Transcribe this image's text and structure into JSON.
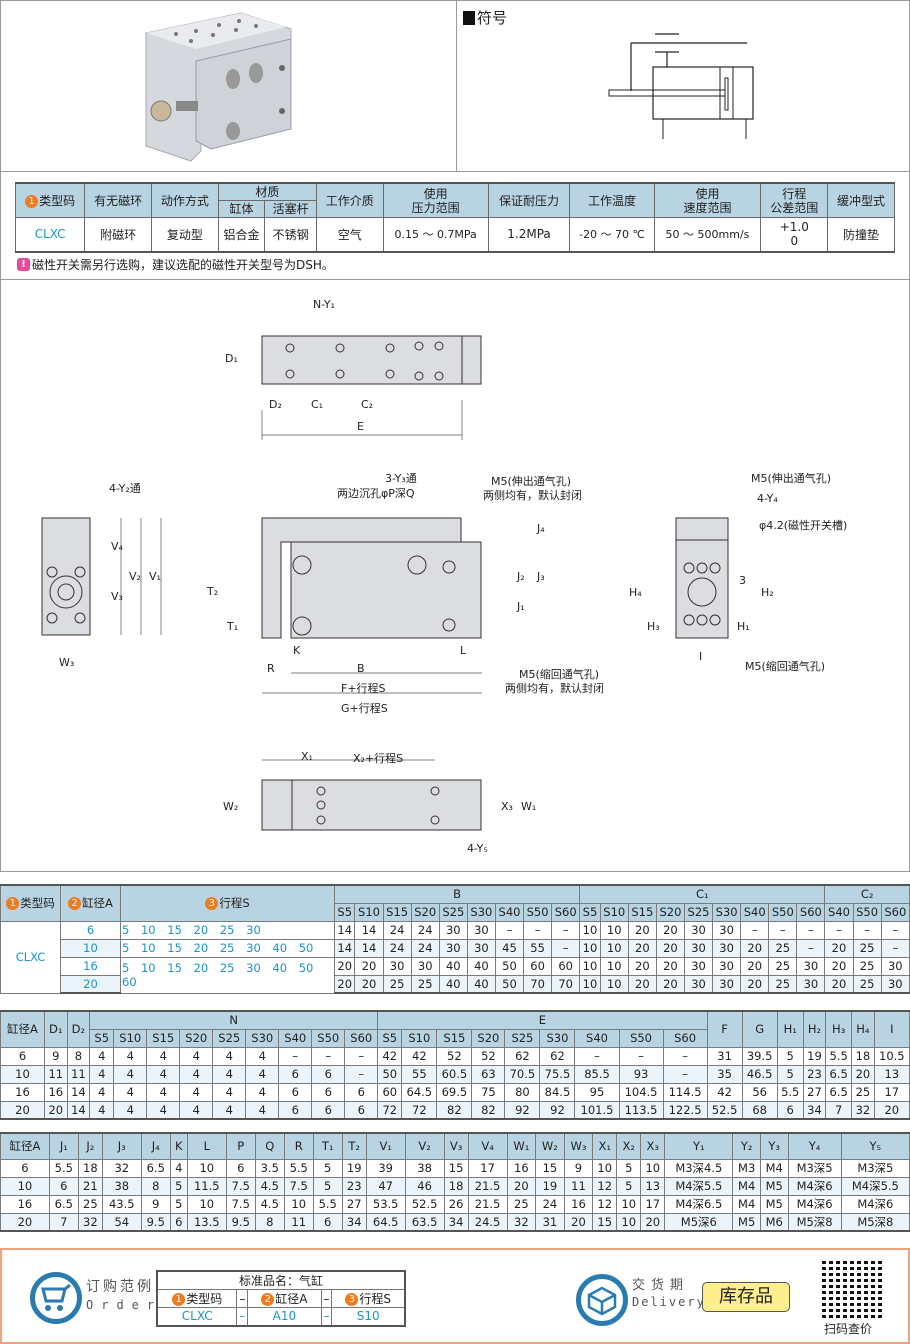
{
  "header": {
    "symbol_title": "符号"
  },
  "spec_table": {
    "headers": [
      "类型码",
      "有无磁环",
      "动作方式",
      "材质",
      "工作介质",
      "使用\n压力范围",
      "保证耐压力",
      "工作温度",
      "使用\n速度范围",
      "行程\n公差范围",
      "缓冲型式"
    ],
    "material_sub": [
      "缸体",
      "活塞杆"
    ],
    "badge_type": "1",
    "type_code": "类型码",
    "magnet": "有无磁环",
    "action": "动作方式",
    "material": "材质",
    "medium": "工作介质",
    "pressure_range_1": "使用",
    "pressure_range_2": "压力范围",
    "proof_pressure": "保证耐压力",
    "temperature": "工作温度",
    "speed_1": "使用",
    "speed_2": "速度范围",
    "tolerance_1": "行程",
    "tolerance_2": "公差范围",
    "cushion": "缓冲型式",
    "row": {
      "type_code": "CLXC",
      "magnet": "附磁环",
      "action": "复动型",
      "body": "铝合金",
      "rod": "不锈钢",
      "medium": "空气",
      "pressure_range": "0.15 ～ 0.7MPa",
      "proof_pressure": "1.2MPa",
      "temperature": "-20 ～ 70 ℃",
      "speed": "50 ～ 500mm/s",
      "tolerance_top": "+1.0",
      "tolerance_bottom": "0",
      "cushion": "防撞垫"
    },
    "note": "磁性开关需另行选购，建议选配的磁性开关型号为DSH。"
  },
  "drawing_labels": {
    "n_y1": "N-Y₁",
    "d1": "D₁",
    "d2": "D₂",
    "c1": "C₁",
    "c2": "C₂",
    "e": "E",
    "y2": "4-Y₂通",
    "v1": "V₁",
    "v2": "V₂",
    "v3": "V₃",
    "v4": "V₄",
    "w3": "W₃",
    "y3_1": "3-Y₃通",
    "y3_2": "两边沉孔φP深Q",
    "m5_out_1": "M5(伸出通气孔)",
    "m5_out_2": "两侧均有，默认封闭",
    "m5_in_1": "M5(缩回通气孔)",
    "m5_in_2": "两侧均有，默认封闭",
    "t1": "T₁",
    "t2": "T₂",
    "r": "R",
    "k": "K",
    "b": "B",
    "l": "L",
    "j1": "J₁",
    "j2": "J₂",
    "j3": "J₃",
    "j4": "J₄",
    "f_s": "F+行程S",
    "g_s": "G+行程S",
    "side_m5_out": "M5(伸出通气孔)",
    "y4": "4-Y₄",
    "slot": "φ4.2(磁性开关槽)",
    "h1": "H₁",
    "h2": "H₂",
    "h3": "H₃",
    "h4": "H₄",
    "i": "I",
    "three": "3",
    "side_m5_in": "M5(缩回通气孔)",
    "x1": "X₁",
    "x2_s": "X₂+行程S",
    "x3": "X₃",
    "w1": "W₁",
    "w2": "W₂",
    "y5": "4-Y₅"
  },
  "table1": {
    "h_type": "类型码",
    "h_bore": "缸径A",
    "h_stroke": "行程S",
    "h_b": "B",
    "h_c1": "C₁",
    "h_c2": "C₂",
    "b_cols": [
      "S5",
      "S10",
      "S15",
      "S20",
      "S25",
      "S30",
      "S40",
      "S50",
      "S60"
    ],
    "c1_cols": [
      "S5",
      "S10",
      "S15",
      "S20",
      "S25",
      "S30",
      "S40",
      "S50",
      "S60"
    ],
    "c2_cols": [
      "S40",
      "S50",
      "S60"
    ],
    "type_code": "CLXC",
    "rows": [
      {
        "bore": "6",
        "strokes": "5 10 15 20 25 30",
        "b": [
          "14",
          "14",
          "24",
          "24",
          "30",
          "30",
          "–",
          "–",
          "–"
        ],
        "c1": [
          "10",
          "10",
          "20",
          "20",
          "30",
          "30",
          "–",
          "–",
          "–"
        ],
        "c2": [
          "–",
          "–",
          "–"
        ]
      },
      {
        "bore": "10",
        "strokes": "5 10 15 20 25 30 40 50",
        "b": [
          "14",
          "14",
          "24",
          "24",
          "30",
          "30",
          "45",
          "55",
          "–"
        ],
        "c1": [
          "10",
          "10",
          "20",
          "20",
          "30",
          "30",
          "20",
          "25",
          "–"
        ],
        "c2": [
          "20",
          "25",
          "–"
        ]
      },
      {
        "bore": "16",
        "strokes": "5 10 15 20 25 30 40 50 60",
        "b": [
          "20",
          "20",
          "30",
          "30",
          "40",
          "40",
          "50",
          "60",
          "60"
        ],
        "c1": [
          "10",
          "10",
          "20",
          "20",
          "30",
          "30",
          "20",
          "25",
          "30"
        ],
        "c2": [
          "20",
          "25",
          "30"
        ]
      },
      {
        "bore": "20",
        "strokes": "",
        "b": [
          "20",
          "20",
          "25",
          "25",
          "40",
          "40",
          "50",
          "70",
          "70"
        ],
        "c1": [
          "10",
          "10",
          "20",
          "20",
          "30",
          "30",
          "20",
          "25",
          "30"
        ],
        "c2": [
          "20",
          "25",
          "30"
        ]
      }
    ]
  },
  "table2": {
    "headers": [
      "缸径A",
      "D₁",
      "D₂",
      "N",
      "E",
      "F",
      "G",
      "H₁",
      "H₂",
      "H₃",
      "H₄",
      "I"
    ],
    "n_cols": [
      "S5",
      "S10",
      "S15",
      "S20",
      "S25",
      "S30",
      "S40",
      "S50",
      "S60"
    ],
    "e_cols": [
      "S5",
      "S10",
      "S15",
      "S20",
      "S25",
      "S30",
      "S40",
      "S50",
      "S60"
    ],
    "rows": [
      [
        "6",
        "9",
        "8",
        "4",
        "4",
        "4",
        "4",
        "4",
        "4",
        "–",
        "–",
        "–",
        "42",
        "42",
        "52",
        "52",
        "62",
        "62",
        "–",
        "–",
        "–",
        "31",
        "39.5",
        "5",
        "19",
        "5.5",
        "18",
        "10.5"
      ],
      [
        "10",
        "11",
        "11",
        "4",
        "4",
        "4",
        "4",
        "4",
        "4",
        "6",
        "6",
        "–",
        "50",
        "55",
        "60.5",
        "63",
        "70.5",
        "75.5",
        "85.5",
        "93",
        "–",
        "35",
        "46.5",
        "5",
        "23",
        "6.5",
        "20",
        "13"
      ],
      [
        "16",
        "16",
        "14",
        "4",
        "4",
        "4",
        "4",
        "4",
        "4",
        "6",
        "6",
        "6",
        "60",
        "64.5",
        "69.5",
        "75",
        "80",
        "84.5",
        "95",
        "104.5",
        "114.5",
        "42",
        "56",
        "5.5",
        "27",
        "6.5",
        "25",
        "17"
      ],
      [
        "20",
        "20",
        "14",
        "4",
        "4",
        "4",
        "4",
        "4",
        "4",
        "6",
        "6",
        "6",
        "72",
        "72",
        "82",
        "82",
        "92",
        "92",
        "101.5",
        "113.5",
        "122.5",
        "52.5",
        "68",
        "6",
        "34",
        "7",
        "32",
        "20"
      ]
    ]
  },
  "table3": {
    "headers": [
      "缸径A",
      "J₁",
      "J₂",
      "J₃",
      "J₄",
      "K",
      "L",
      "P",
      "Q",
      "R",
      "T₁",
      "T₂",
      "V₁",
      "V₂",
      "V₃",
      "V₄",
      "W₁",
      "W₂",
      "W₃",
      "X₁",
      "X₂",
      "X₃",
      "Y₁",
      "Y₂",
      "Y₃",
      "Y₄",
      "Y₅"
    ],
    "rows": [
      [
        "6",
        "5.5",
        "18",
        "32",
        "6.5",
        "4",
        "10",
        "6",
        "3.5",
        "5.5",
        "5",
        "19",
        "39",
        "38",
        "15",
        "17",
        "16",
        "15",
        "9",
        "10",
        "5",
        "10",
        "M3深4.5",
        "M3",
        "M4",
        "M3深5",
        "M3深5"
      ],
      [
        "10",
        "6",
        "21",
        "38",
        "8",
        "5",
        "11.5",
        "7.5",
        "4.5",
        "7.5",
        "5",
        "23",
        "47",
        "46",
        "18",
        "21.5",
        "20",
        "19",
        "11",
        "12",
        "5",
        "13",
        "M4深5.5",
        "M4",
        "M5",
        "M4深6",
        "M4深5.5"
      ],
      [
        "16",
        "6.5",
        "25",
        "43.5",
        "9",
        "5",
        "10",
        "7.5",
        "4.5",
        "10",
        "5.5",
        "27",
        "53.5",
        "52.5",
        "26",
        "21.5",
        "25",
        "24",
        "16",
        "12",
        "10",
        "17",
        "M4深6.5",
        "M4",
        "M5",
        "M4深6",
        "M4深6"
      ],
      [
        "20",
        "7",
        "32",
        "54",
        "9.5",
        "6",
        "13.5",
        "9.5",
        "8",
        "11",
        "6",
        "34",
        "64.5",
        "63.5",
        "34",
        "24.5",
        "32",
        "31",
        "20",
        "15",
        "10",
        "20",
        "M5深6",
        "M5",
        "M6",
        "M5深8",
        "M5深8"
      ]
    ]
  },
  "order": {
    "title_cn": "订购范例",
    "title_en": "Order",
    "std_name": "标准品名：气缸",
    "col_type": "类型码",
    "col_bore": "缸径A",
    "col_stroke": "行程S",
    "dash": "–",
    "val_type": "CLXC",
    "val_bore": "A10",
    "val_stroke": "S10",
    "delivery_cn": "交货期",
    "delivery_en": "Delivery",
    "stock": "库存品",
    "qr_label": "扫码查价"
  },
  "colors": {
    "header_bg": "#b8d3e2",
    "accent_blue": "#1a93c9",
    "badge_orange": "#f07b1e",
    "order_border": "#f2a27a",
    "stock_bg": "#fdee8e"
  }
}
